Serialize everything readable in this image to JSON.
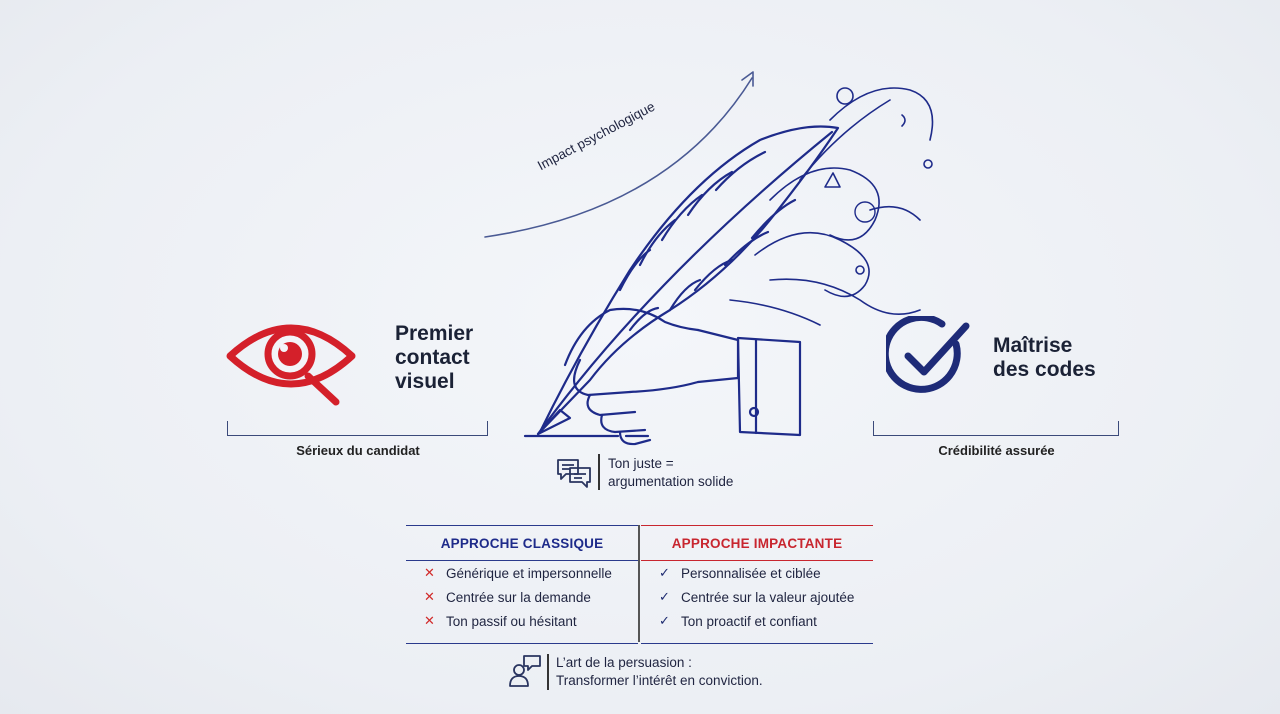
{
  "arrow_label": "Impact psychologique",
  "left_block": {
    "title_lines": [
      "Premier",
      "contact",
      "visuel"
    ],
    "caption": "Sérieux du candidat",
    "icon": "eye-magnifier-icon",
    "color": "#d4202a"
  },
  "right_block": {
    "title_lines": [
      "Maîtrise",
      "des codes"
    ],
    "caption": "Crédibilité assurée",
    "icon": "check-circle-icon",
    "color": "#1e2b78"
  },
  "center_note": {
    "icon": "chat-bubbles-icon",
    "lines": [
      "Ton juste =",
      "argumentation solide"
    ]
  },
  "comparison": {
    "classic": {
      "header": "APPROCHE CLASSIQUE",
      "items": [
        "Générique et impersonnelle",
        "Centrée sur la demande",
        "Ton passif ou hésitant"
      ],
      "mark": "✕",
      "color": "#1e2b8a"
    },
    "impact": {
      "header": "APPROCHE IMPACTANTE",
      "items": [
        "Personnalisée et ciblée",
        "Centrée sur la valeur ajoutée",
        "Ton proactif et confiant"
      ],
      "mark": "✓",
      "color": "#c8262f"
    }
  },
  "footer_note": {
    "icon": "speaker-person-icon",
    "lines": [
      "L’art de la persuasion :",
      "Transformer l’intérêt en conviction."
    ]
  }
}
